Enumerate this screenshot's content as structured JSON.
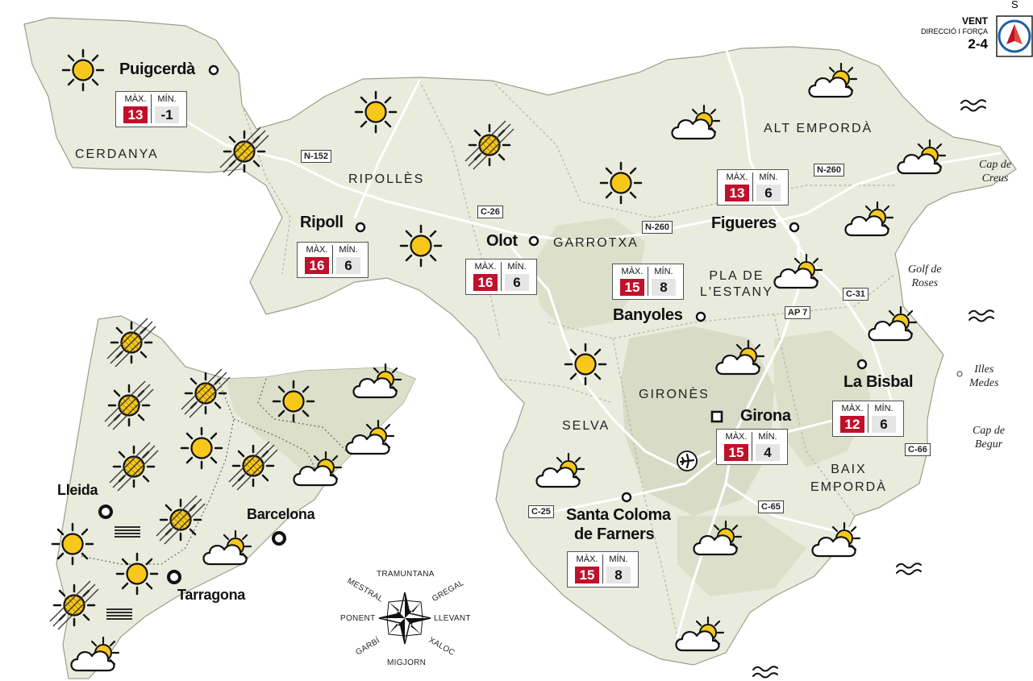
{
  "legend": {
    "wind_title": "VENT",
    "wind_sub": "DIRECCIÓ I FORÇA",
    "wind_force": "2-4",
    "wind_direction": "S",
    "wind_icon": "wind-direction-icon"
  },
  "cities": {
    "puigcerda": "Puigcerdà",
    "ripoll": "Ripoll",
    "olot": "Olot",
    "figueres": "Figueres",
    "banyoles": "Banyoles",
    "la_bisbal": "La Bisbal",
    "girona": "Girona",
    "santa_coloma_1": "Santa Coloma",
    "santa_coloma_2": "de Farners",
    "lleida": "Lleida",
    "barcelona": "Barcelona",
    "tarragona": "Tarragona"
  },
  "regions": {
    "cerdanya": "CERDANYA",
    "ripolles": "RIPOLLÈS",
    "garrotxa": "GARROTXA",
    "alt_emporda": "ALT EMPORDÀ",
    "pla_estany_1": "PLA DE",
    "pla_estany_2": "L'ESTANY",
    "girones": "GIRONÈS",
    "selva": "SELVA",
    "baix_emporda_1": "BAIX",
    "baix_emporda_2": "EMPORDÀ"
  },
  "coast": {
    "cap_creus_1": "Cap de",
    "cap_creus_2": "Creus",
    "golf_roses_1": "Golf de",
    "golf_roses_2": "Roses",
    "illes_medes_1": "Illes",
    "illes_medes_2": "Medes",
    "cap_begur_1": "Cap de",
    "cap_begur_2": "Begur"
  },
  "roads": {
    "n152": "N-152",
    "c26": "C-26",
    "n260a": "N-260",
    "n260b": "N-260",
    "c31": "C-31",
    "ap7": "AP 7",
    "c66": "C-66",
    "c25": "C-25",
    "c65": "C-65"
  },
  "temps": {
    "max_label": "MÀX.",
    "min_label": "MÍN.",
    "puigcerda": {
      "max": "13",
      "min": "-1"
    },
    "ripoll": {
      "max": "16",
      "min": "6"
    },
    "olot": {
      "max": "16",
      "min": "6"
    },
    "figueres": {
      "max": "13",
      "min": "6"
    },
    "banyoles": {
      "max": "15",
      "min": "8"
    },
    "la_bisbal": {
      "max": "12",
      "min": "6"
    },
    "girona": {
      "max": "15",
      "min": "4"
    },
    "santa_coloma": {
      "max": "15",
      "min": "8"
    }
  },
  "compass": {
    "tramuntana": "TRAMUNTANA",
    "gregal": "GREGAL",
    "llevant": "LLEVANT",
    "xaloc": "XALOC",
    "migjorn": "MIGJORN",
    "garbi": "GARBÍ",
    "ponent": "PONENT",
    "mestral": "MESTRAL"
  },
  "colors": {
    "land": "#e9ebdd",
    "land_dark": "#d8dbc6",
    "road": "#ffffff",
    "sun": "#f7c81a",
    "max_bg": "#c0102b",
    "min_bg": "#e5e5e5",
    "wind_icon": "#1f5fa8"
  }
}
